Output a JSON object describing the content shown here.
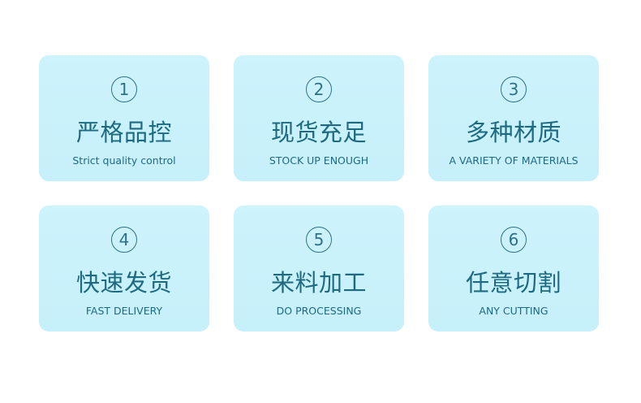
{
  "theme": {
    "page_background": "#ffffff",
    "card_background": "#c9f1fb",
    "text_color": "#1e6a80"
  },
  "cards": [
    {
      "number": "1",
      "title": "严格品控",
      "subtitle": "Strict quality control"
    },
    {
      "number": "2",
      "title": "现货充足",
      "subtitle": "STOCK UP ENOUGH"
    },
    {
      "number": "3",
      "title": "多种材质",
      "subtitle": "A VARIETY OF MATERIALS"
    },
    {
      "number": "4",
      "title": "快速发货",
      "subtitle": "FAST DELIVERY"
    },
    {
      "number": "5",
      "title": "来料加工",
      "subtitle": "DO PROCESSING"
    },
    {
      "number": "6",
      "title": "任意切割",
      "subtitle": "ANY CUTTING"
    }
  ]
}
